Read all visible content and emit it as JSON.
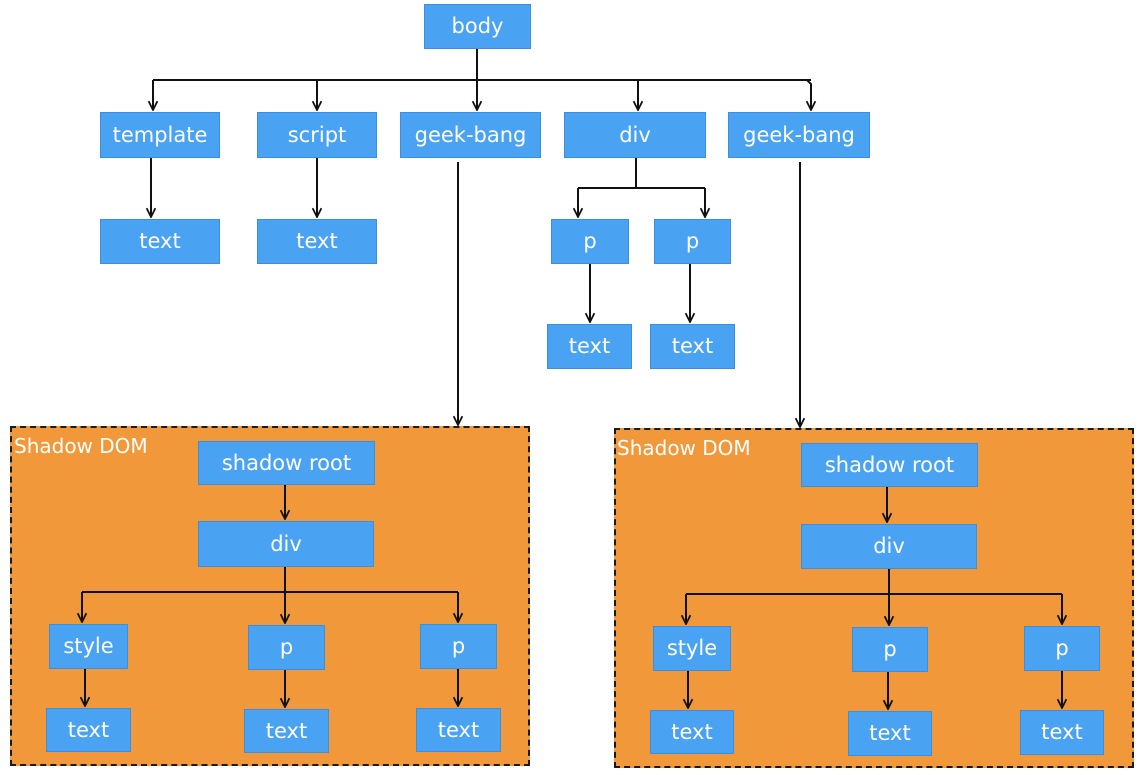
{
  "colors": {
    "node_fill": "#4aa3f2",
    "node_text": "#ffffff",
    "shadow_fill": "#f0983a",
    "shadow_label": "#ffffff",
    "line": "#111111"
  },
  "tree": {
    "body": "body",
    "children": {
      "template": "template",
      "script": "script",
      "geek_bang_1": "geek-bang",
      "div": "div",
      "geek_bang_2": "geek-bang"
    },
    "leaves": {
      "template_text": "text",
      "script_text": "text",
      "div_p1": "p",
      "div_p2": "p",
      "div_p1_text": "text",
      "div_p2_text": "text"
    }
  },
  "shadow_dom_1": {
    "label": "Shadow DOM",
    "root": "shadow root",
    "div": "div",
    "style": "style",
    "p1": "p",
    "p2": "p",
    "style_text": "text",
    "p1_text": "text",
    "p2_text": "text"
  },
  "shadow_dom_2": {
    "label": "Shadow DOM",
    "root": "shadow root",
    "div": "div",
    "style": "style",
    "p1": "p",
    "p2": "p",
    "style_text": "text",
    "p1_text": "text",
    "p2_text": "text"
  }
}
